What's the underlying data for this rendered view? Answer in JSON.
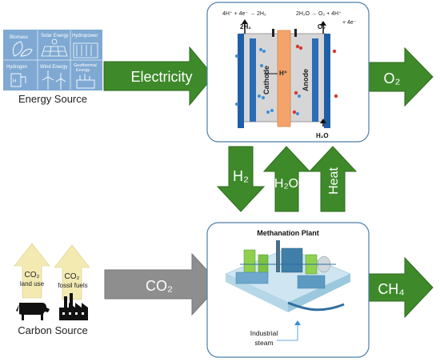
{
  "energy_source": {
    "tiles": [
      "Biomass",
      "Solar Energy",
      "Hydropower",
      "Hydrogen",
      "Wind Energy",
      "Geothermal Energy"
    ],
    "label": "Energy Source"
  },
  "arrows": {
    "electricity": "Electricity",
    "o2": "O₂",
    "h2": "H₂",
    "h2o": "H₂O",
    "heat": "Heat",
    "co2": "CO₂",
    "ch4": "CH₄"
  },
  "electrolyzer": {
    "eq_cathode": "4H⁺ + 4e⁻ → 2H₂",
    "eq_anode_a": "2H₂O → O₂ + 4H⁺",
    "eq_anode_b": "+ 4e⁻",
    "out_h2": "2H₂",
    "out_o2": "O₂",
    "in_h2o": "H₂O",
    "cathode": "Cathode",
    "anode": "Anode",
    "proton": "H⁺"
  },
  "methanation": {
    "title": "Methanation Plant",
    "steam_line1": "Industrial",
    "steam_line2": "steam"
  },
  "carbon_source": {
    "co2_a": "CO₂",
    "land_use": "land use",
    "co2_b": "CO₂",
    "fossil_fuels": "fossil fuels",
    "label": "Carbon Source"
  },
  "colors": {
    "arrow_green": "#3e8a2a",
    "arrow_gray": "#8e8e8e",
    "electrode_blue": "#1f5fa8",
    "membrane_orange": "#f4a46a",
    "tile_blue": "#7fa9d3",
    "cream": "#f3eab2"
  }
}
